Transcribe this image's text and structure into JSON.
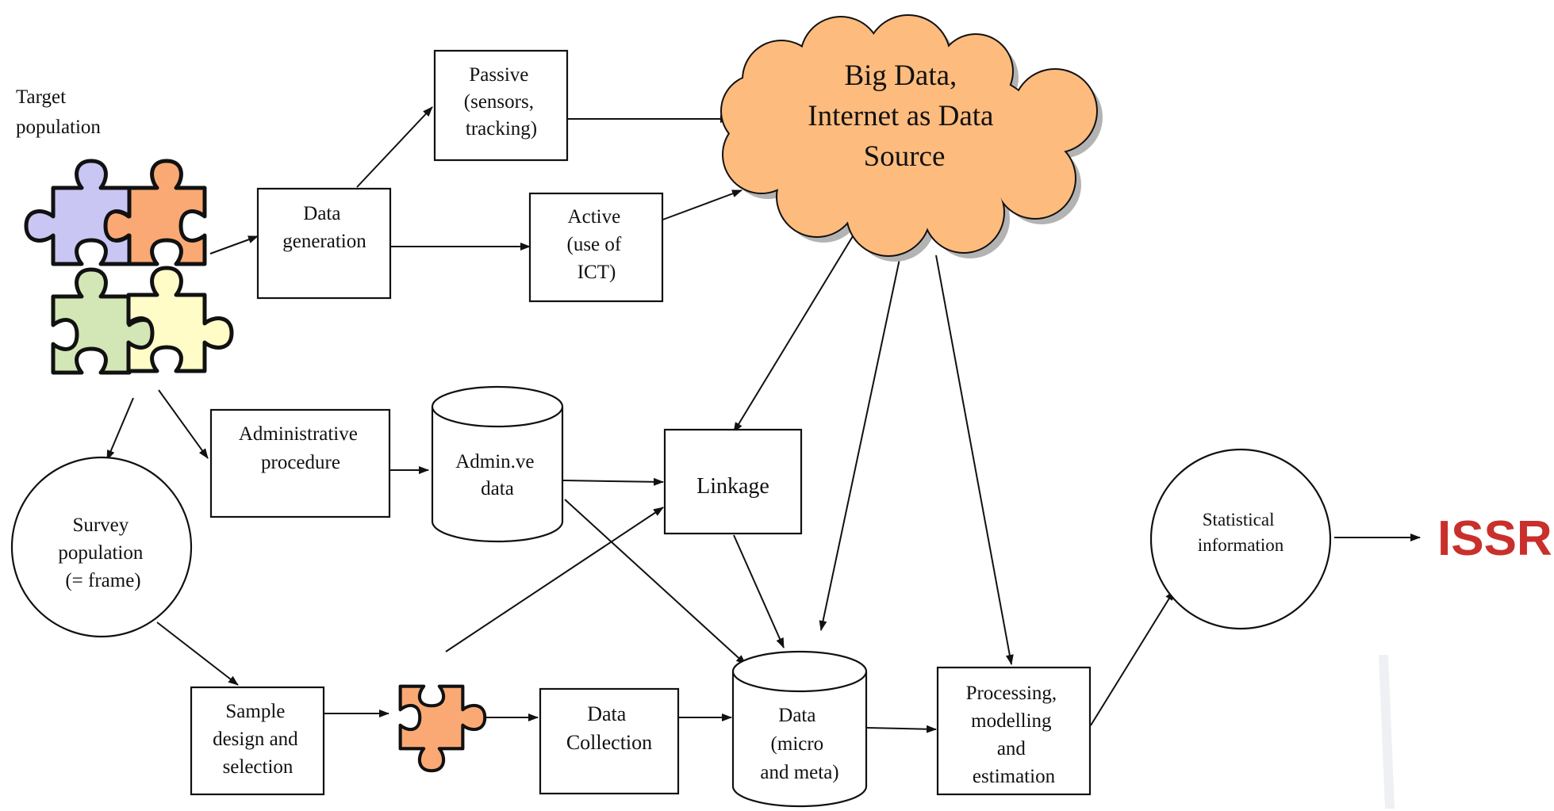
{
  "colors": {
    "cloud_fill": "#FDBB7D",
    "puzzle_purple": "#C9C6F4",
    "puzzle_orange": "#FAA974",
    "puzzle_green": "#D3E6B6",
    "puzzle_yellow": "#FFFCC8",
    "logo_red": "#C9302C",
    "stroke": "#111111"
  },
  "labels": {
    "target_population": [
      "Target",
      "population"
    ],
    "data_generation": [
      "Data",
      "generation"
    ],
    "passive": [
      "Passive",
      "(sensors,",
      "tracking)"
    ],
    "active": [
      "Active",
      "(use of",
      "ICT)"
    ],
    "big_data": [
      "Big Data,",
      "Internet as Data",
      "Source"
    ],
    "administrative_procedure": [
      "Administrative",
      "procedure"
    ],
    "admin_data": [
      "Admin.ve",
      "data"
    ],
    "linkage": [
      "Linkage"
    ],
    "survey_population": [
      "Survey",
      "population",
      "(= frame)"
    ],
    "sample_design": [
      "Sample",
      "design and",
      "selection"
    ],
    "data_collection": [
      "Data",
      "Collection"
    ],
    "data_micro_meta": [
      "Data",
      "(micro",
      "and meta)"
    ],
    "processing": [
      "Processing,",
      "modelling",
      "and",
      "estimation"
    ],
    "statistical_information": [
      "Statistical",
      "information"
    ]
  },
  "logo": {
    "text": "ISSR"
  },
  "icons": {
    "puzzle_cluster": "puzzle-pieces-icon",
    "single_piece": "puzzle-piece-icon",
    "cloud": "cloud-icon",
    "database": "cylinder-database-icon"
  }
}
